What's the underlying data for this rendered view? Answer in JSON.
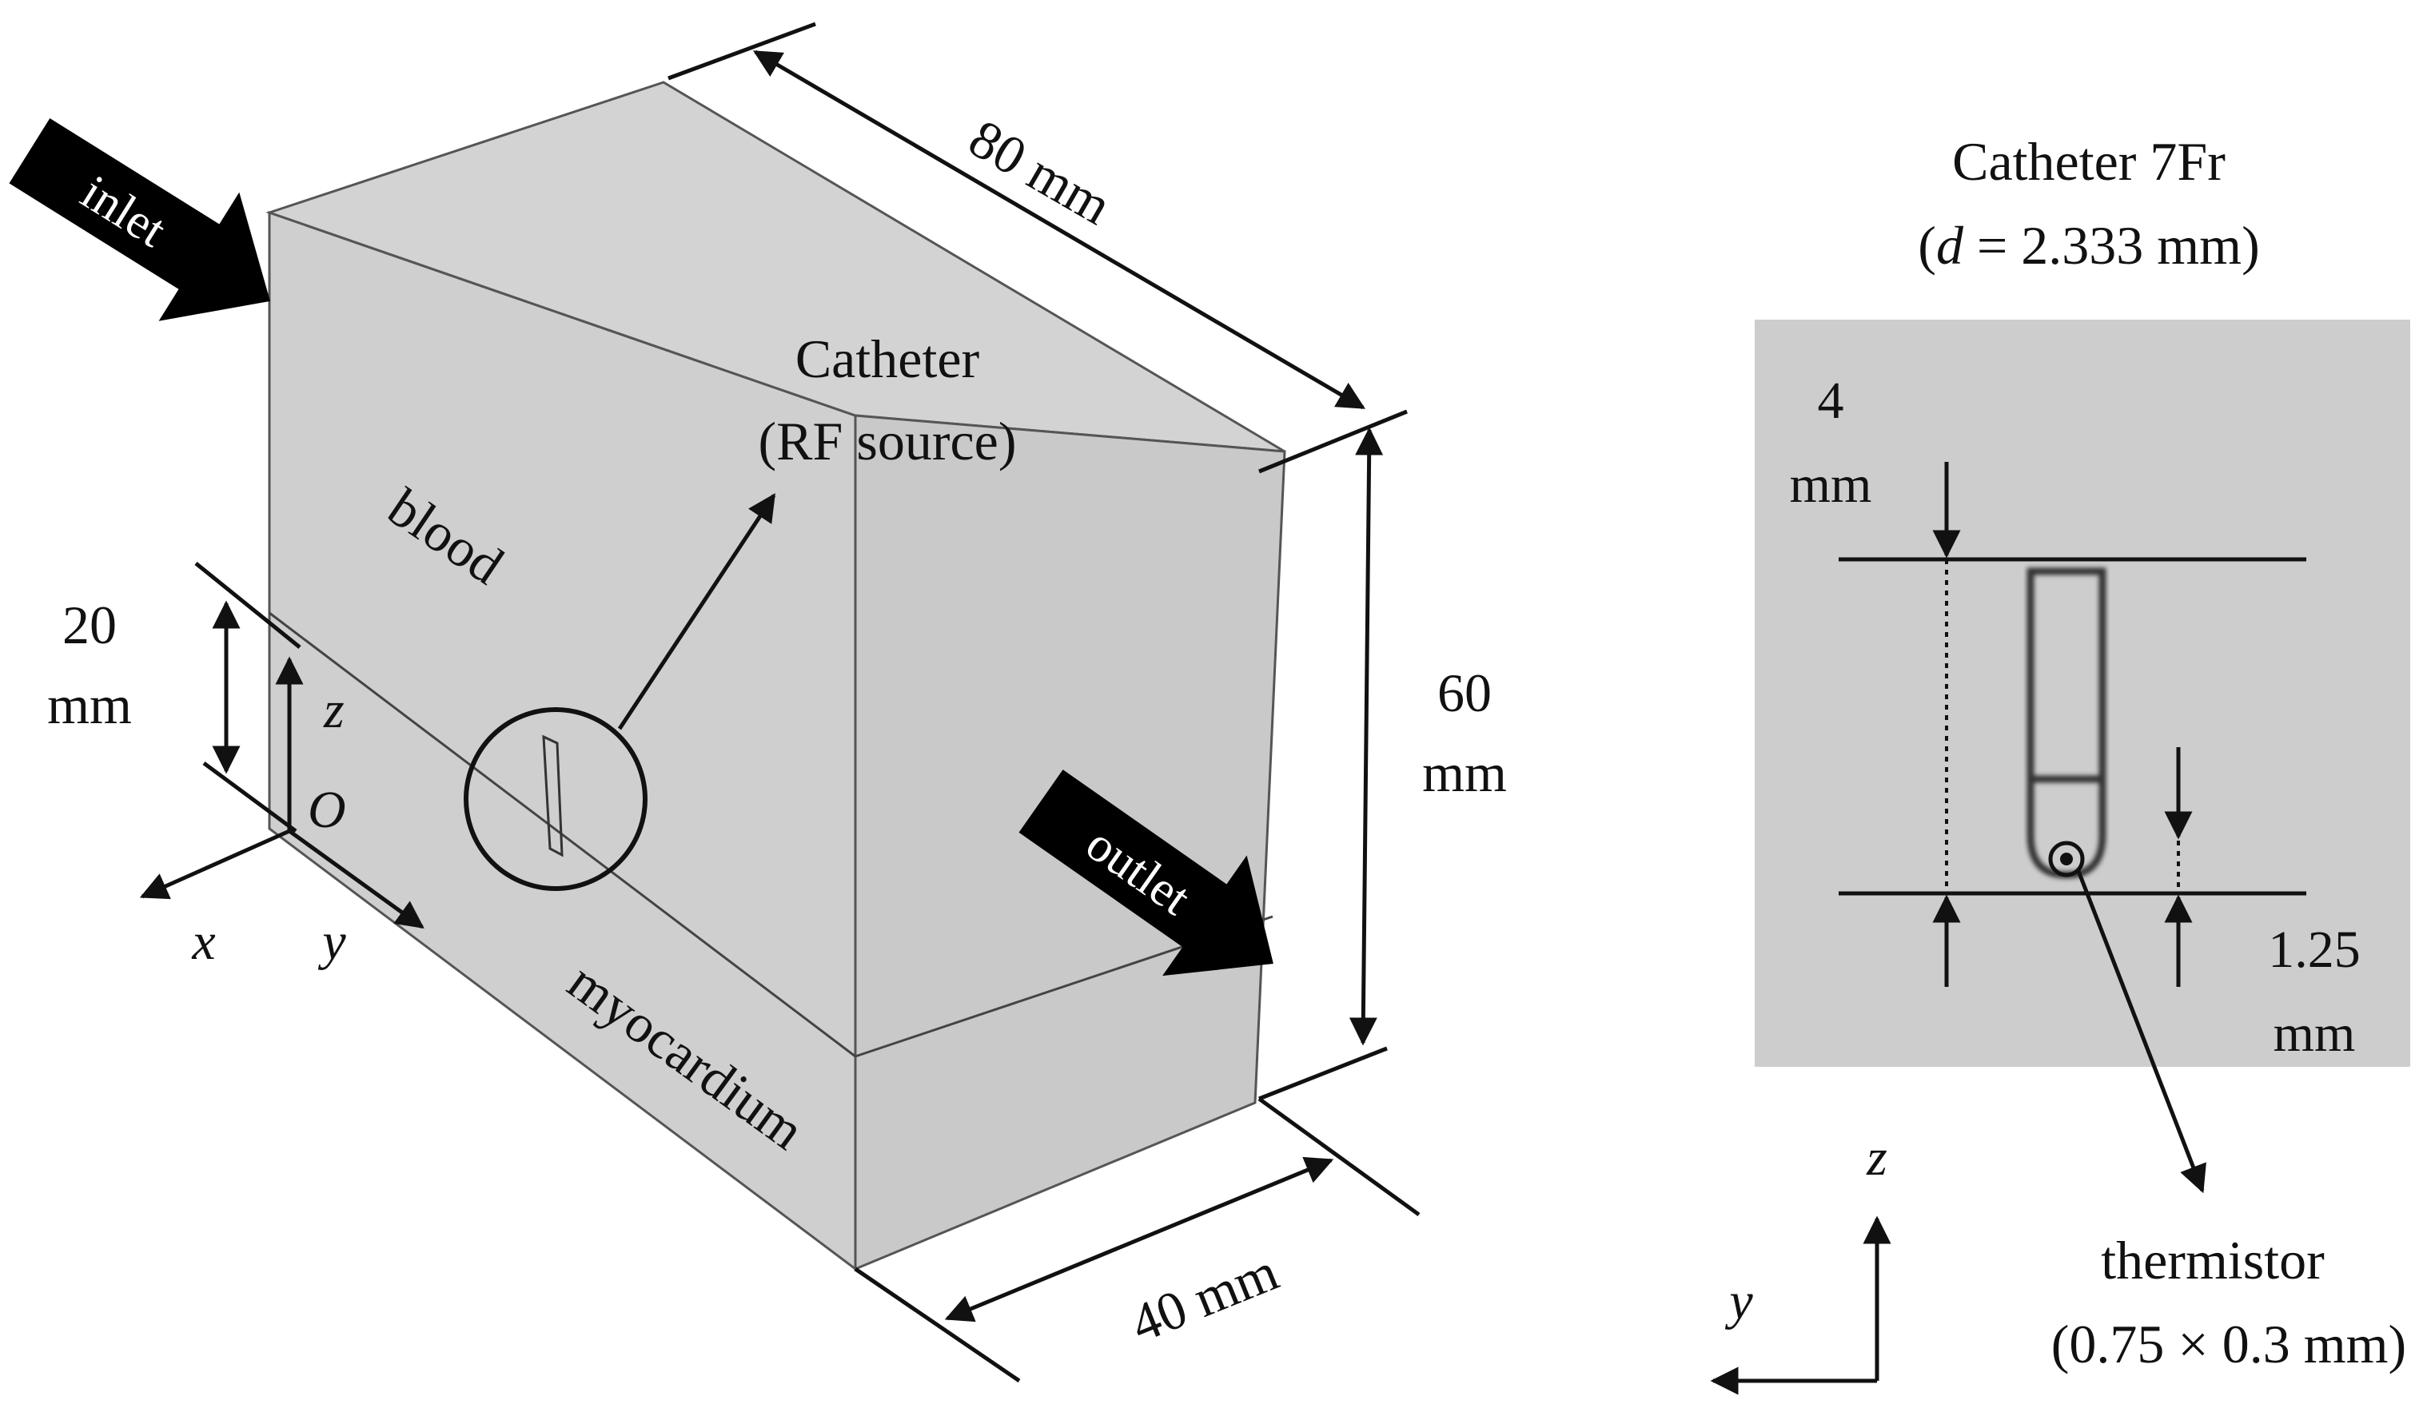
{
  "left_diagram": {
    "region_labels": {
      "blood": "blood",
      "myocardium": "myocardium"
    },
    "flow_arrows": {
      "inlet": "inlet",
      "outlet": "outlet"
    },
    "catheter_callout": {
      "line1": "Catheter",
      "line2": "(RF source)"
    },
    "dimensions": {
      "length": "80 mm",
      "height_value": "60",
      "height_unit": "mm",
      "width": "40 mm",
      "myocardium_value": "20",
      "myocardium_unit": "mm"
    },
    "axes": {
      "z": "z",
      "origin": "O",
      "x": "x",
      "y": "y"
    }
  },
  "right_diagram": {
    "title_line1": "Catheter 7Fr",
    "title_line2_italic": "d",
    "title_line2_rest": " = 2.333  mm)",
    "title_line2_open": "(",
    "electrode_length_value": "4",
    "electrode_length_unit": "mm",
    "thermistor_depth_value": "1.25",
    "thermistor_depth_unit": "mm",
    "thermistor_label": "thermistor",
    "thermistor_size": "(0.75 × 0.3 mm)",
    "axes": {
      "z": "z",
      "y": "y"
    }
  }
}
